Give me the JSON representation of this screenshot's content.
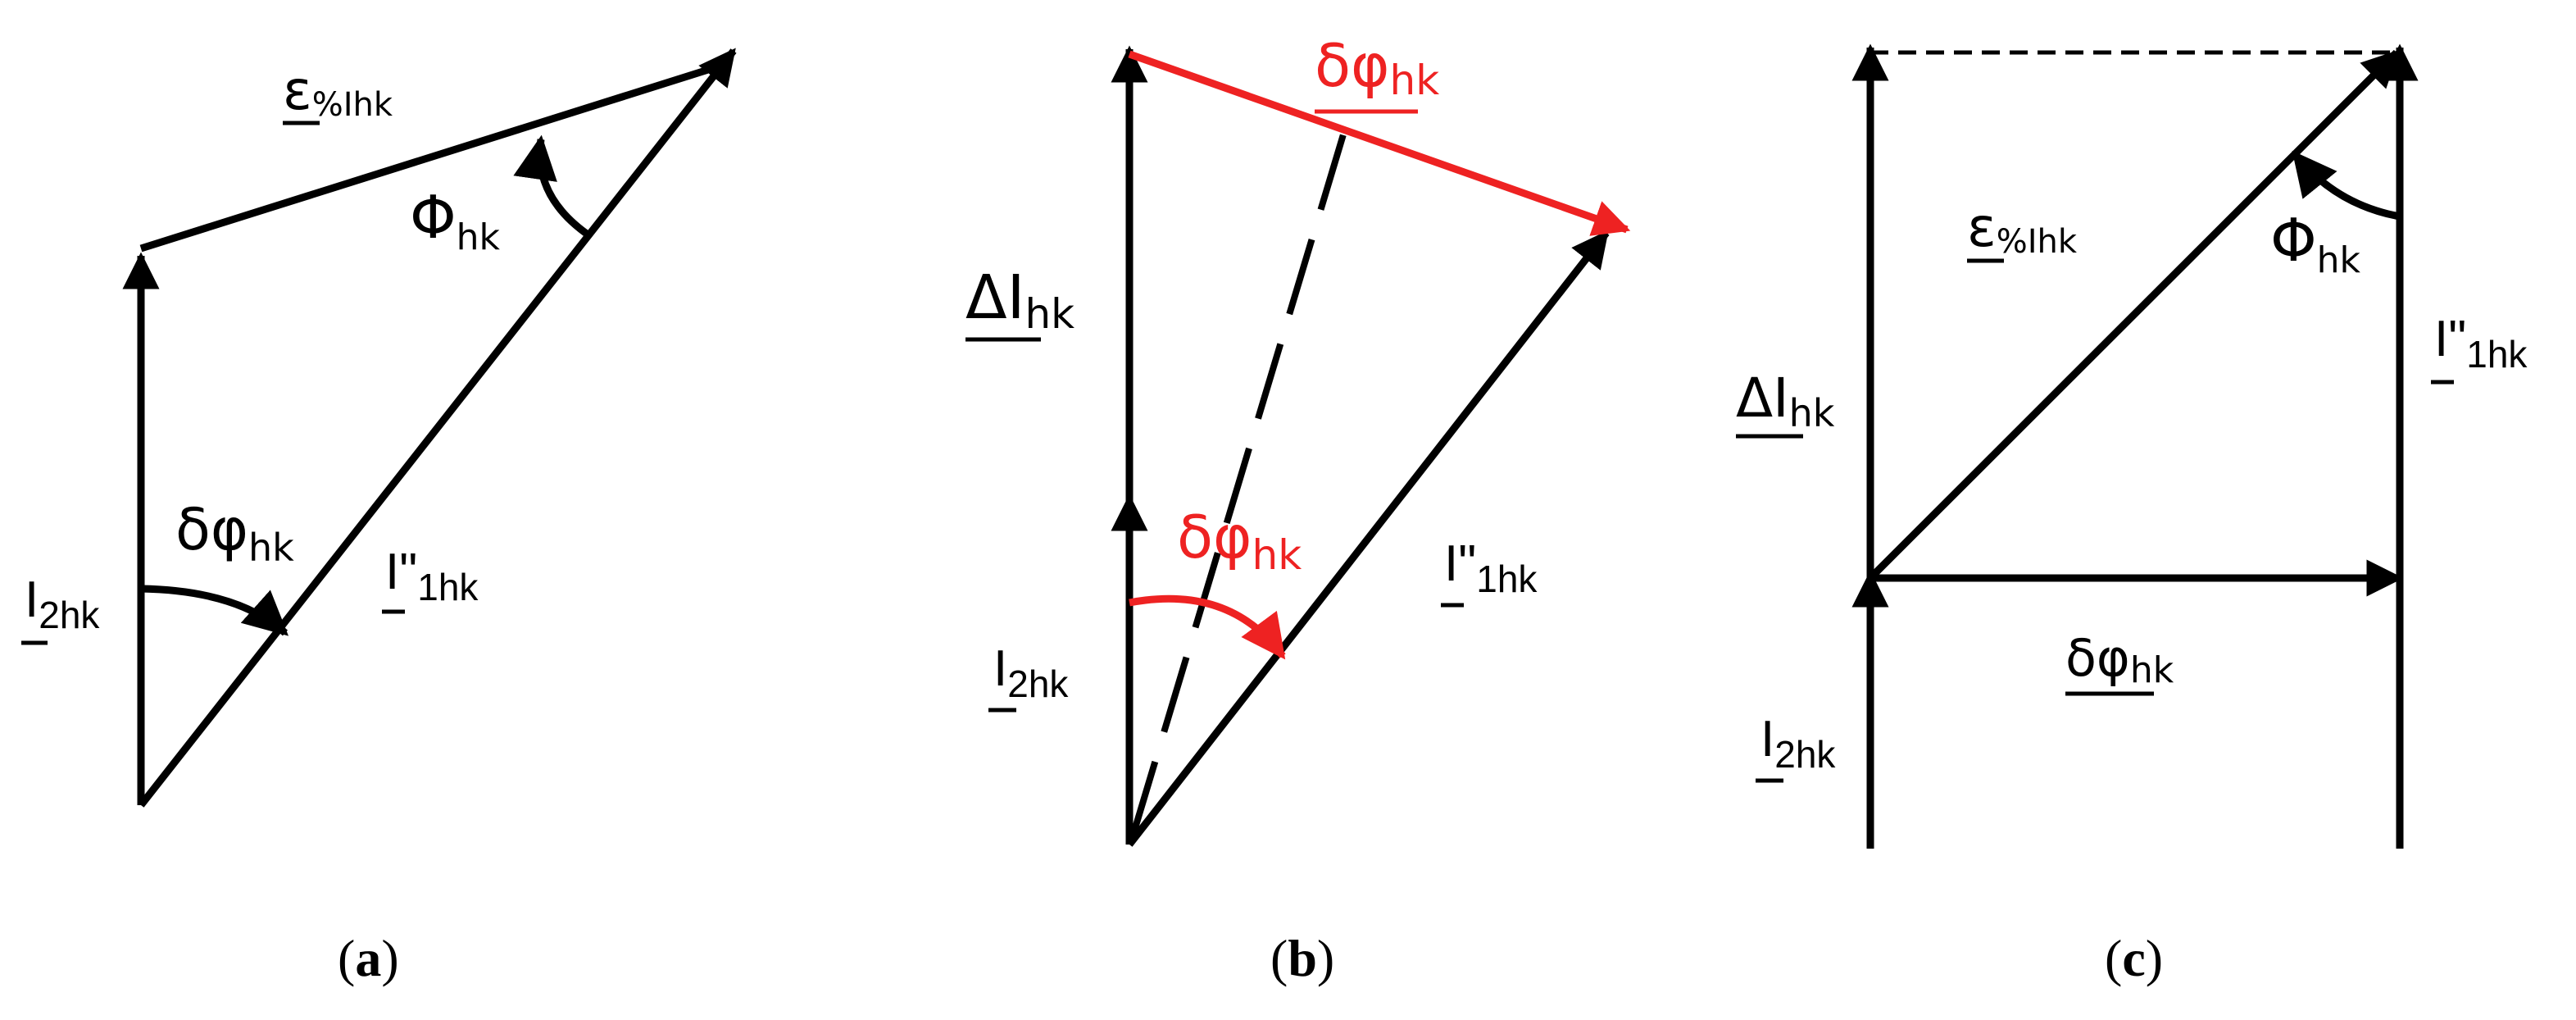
{
  "colors": {
    "line": "#000000",
    "highlight": "#ee2222",
    "background": "#ffffff"
  },
  "panel_a": {
    "caption_open": "(",
    "caption_letter": "a",
    "caption_close": ")",
    "labels": {
      "eps": {
        "main": "ε",
        "sub": "%Ihk"
      },
      "phi": {
        "main": "Φ",
        "sub": "hk"
      },
      "dphi": {
        "main": "δφ",
        "sub": "hk"
      },
      "i1": {
        "main": "I\"",
        "sub": "1hk"
      },
      "i2": {
        "main": "I",
        "sub": "2hk"
      }
    }
  },
  "panel_b": {
    "caption_open": "(",
    "caption_letter": "b",
    "caption_close": ")",
    "labels": {
      "dphi_top": {
        "main": "δφ",
        "sub": "hk"
      },
      "delta_i": {
        "main": "ΔI",
        "sub": "hk"
      },
      "dphi_arc": {
        "main": "δφ",
        "sub": "hk"
      },
      "i1": {
        "main": "I\"",
        "sub": "1hk"
      },
      "i2": {
        "main": "I",
        "sub": "2hk"
      }
    }
  },
  "panel_c": {
    "caption_open": "(",
    "caption_letter": "c",
    "caption_close": ")",
    "labels": {
      "eps": {
        "main": "ε",
        "sub": "%Ihk"
      },
      "phi": {
        "main": "Φ",
        "sub": "hk"
      },
      "i1": {
        "main": "I\"",
        "sub": "1hk"
      },
      "delta_i": {
        "main": "ΔI",
        "sub": "hk"
      },
      "dphi": {
        "main": "δφ",
        "sub": "hk"
      },
      "i2": {
        "main": "I",
        "sub": "2hk"
      }
    }
  }
}
